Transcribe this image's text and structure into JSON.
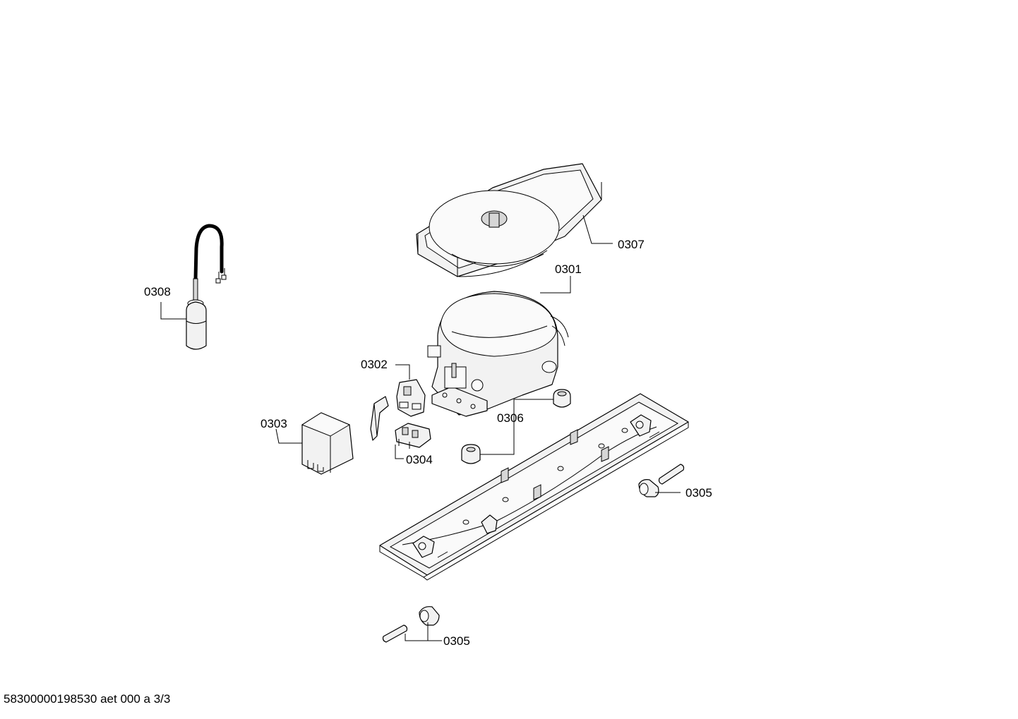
{
  "labels": {
    "p0307": "0307",
    "p0301": "0301",
    "p0308": "0308",
    "p0302": "0302",
    "p0303": "0303",
    "p0306": "0306",
    "p0304": "0304",
    "p0305a": "0305",
    "p0305b": "0305"
  },
  "footer": {
    "code": "58300000198530 aet 000 a 3/3"
  }
}
